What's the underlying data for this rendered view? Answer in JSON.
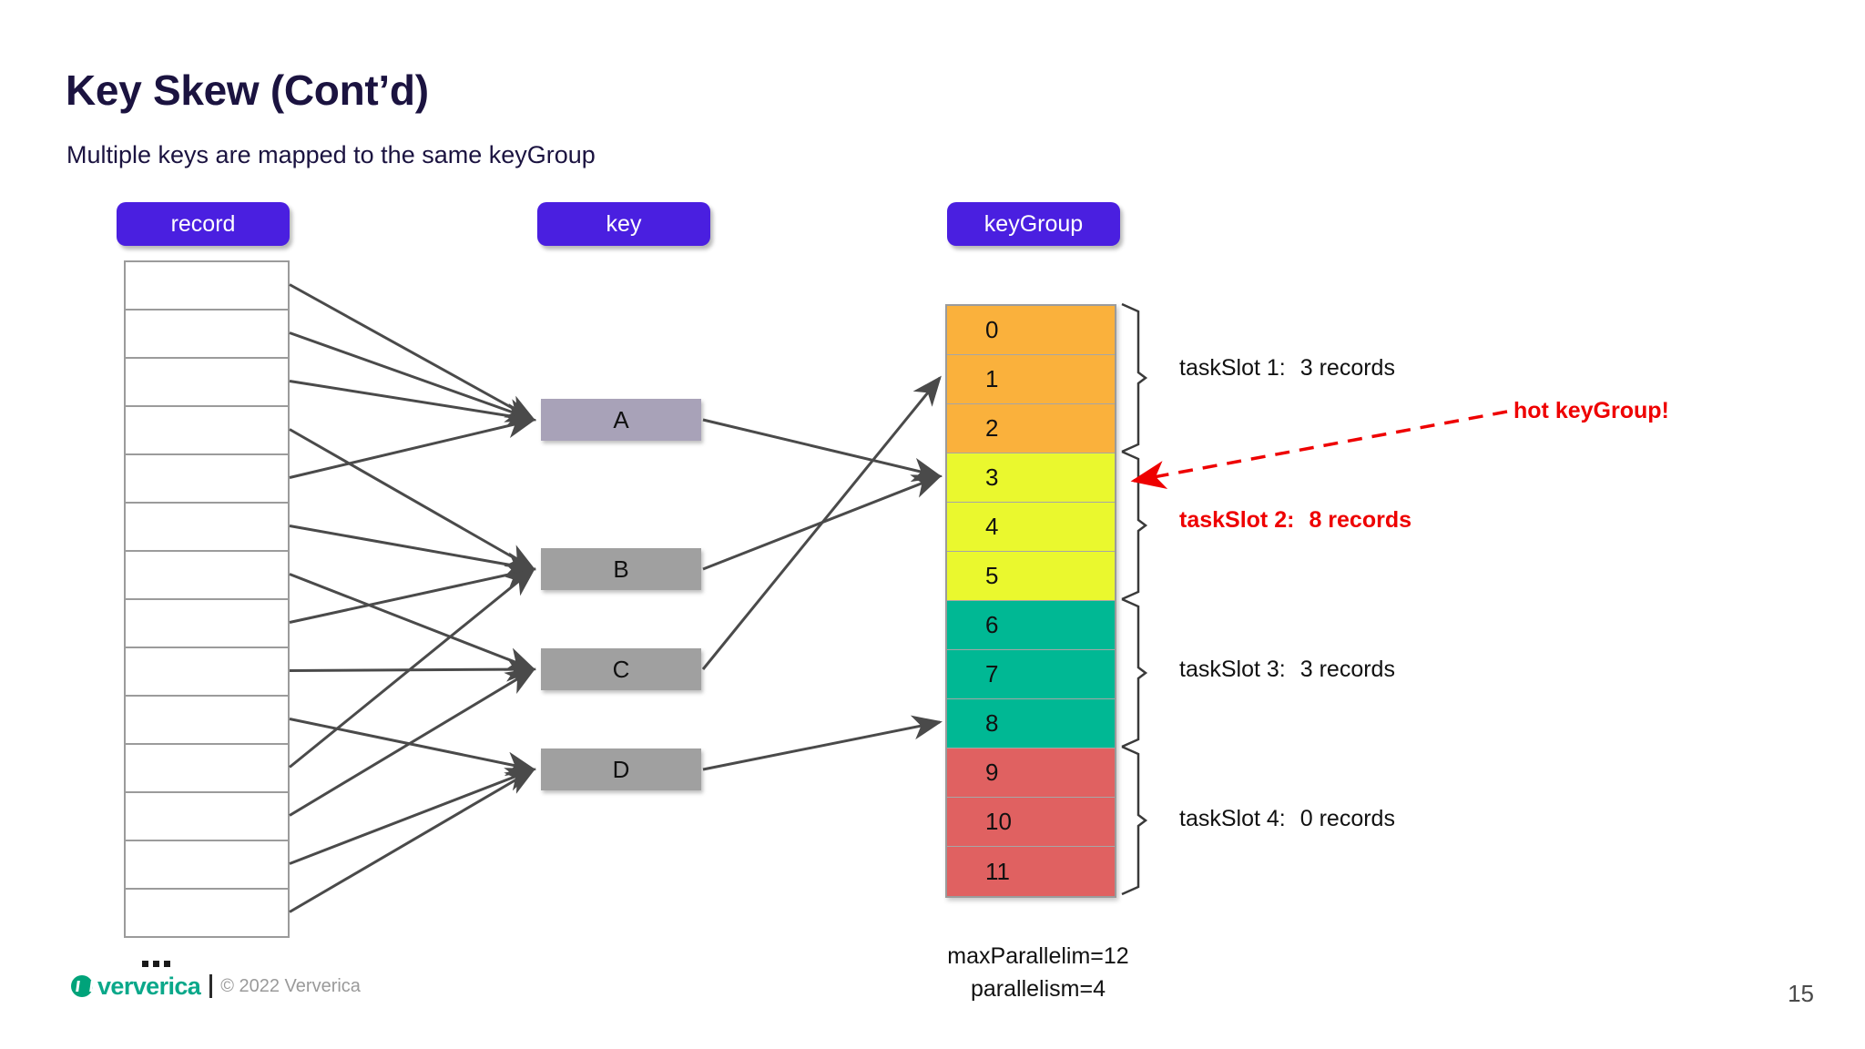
{
  "slide": {
    "title": "Key Skew (Cont’d)",
    "subtitle": "Multiple keys are mapped to the same keyGroup",
    "page_number": "15",
    "colors": {
      "chip": "#4a1fe0",
      "title": "#1b1340",
      "hot": "#ee0000",
      "orange": "#fab13c",
      "yellow": "#eaf82e",
      "teal": "#00b894",
      "red": "#e06161",
      "key_a": "#a8a2b8",
      "key_other": "#a0a0a0",
      "brand_teal": "#0aa88a"
    }
  },
  "columns": {
    "record": {
      "label": "record",
      "cell_count": 14
    },
    "key": {
      "label": "key"
    },
    "keygroup": {
      "label": "keyGroup"
    }
  },
  "keys": [
    {
      "id": "A",
      "label": "A",
      "color": "#a8a2b8"
    },
    {
      "id": "B",
      "label": "B",
      "color": "#a0a0a0"
    },
    {
      "id": "C",
      "label": "C",
      "color": "#a0a0a0"
    },
    {
      "id": "D",
      "label": "D",
      "color": "#a0a0a0"
    }
  ],
  "keygroups": [
    {
      "id": 0,
      "label": "0",
      "color": "#fab13c"
    },
    {
      "id": 1,
      "label": "1",
      "color": "#fab13c"
    },
    {
      "id": 2,
      "label": "2",
      "color": "#fab13c"
    },
    {
      "id": 3,
      "label": "3",
      "color": "#eaf82e"
    },
    {
      "id": 4,
      "label": "4",
      "color": "#eaf82e"
    },
    {
      "id": 5,
      "label": "5",
      "color": "#eaf82e"
    },
    {
      "id": 6,
      "label": "6",
      "color": "#00b894"
    },
    {
      "id": 7,
      "label": "7",
      "color": "#00b894"
    },
    {
      "id": 8,
      "label": "8",
      "color": "#00b894"
    },
    {
      "id": 9,
      "label": "9",
      "color": "#e06161"
    },
    {
      "id": 10,
      "label": "10",
      "color": "#e06161"
    },
    {
      "id": 11,
      "label": "11",
      "color": "#e06161"
    }
  ],
  "task_slots": [
    {
      "name": "taskSlot 1:",
      "records": "3 records",
      "hot": false
    },
    {
      "name": "taskSlot 2:",
      "records": "8 records",
      "hot": true
    },
    {
      "name": "taskSlot 3:",
      "records": "3 records",
      "hot": false
    },
    {
      "name": "taskSlot 4:",
      "records": "0 records",
      "hot": false
    }
  ],
  "annotation": {
    "hot_keygroup": "hot keyGroup!"
  },
  "params": {
    "max_parallelism": "maxParallelim=12",
    "parallelism": "parallelism=4"
  },
  "footer": {
    "logo_word": "ververica",
    "copyright": "© 2022 Ververica"
  }
}
